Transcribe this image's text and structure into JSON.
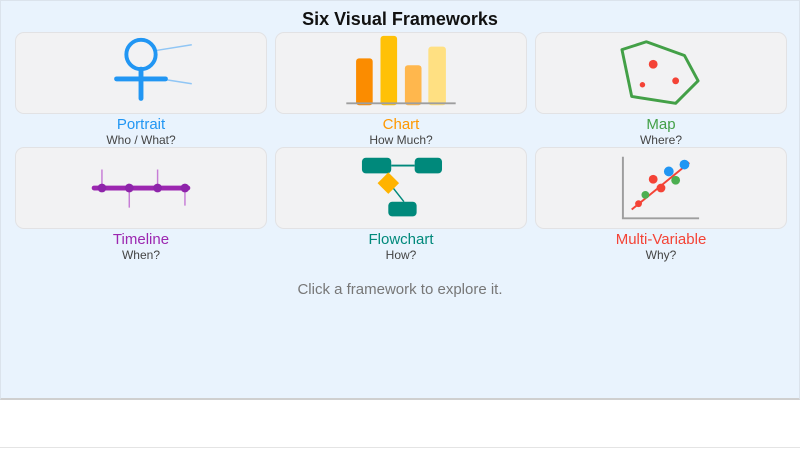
{
  "page": {
    "title": "Six Visual Frameworks",
    "hint": "Click a framework to explore it."
  },
  "cards": [
    {
      "label": "Portrait",
      "question": "Who / What?",
      "color": "#2196F3",
      "icon": "portrait-icon"
    },
    {
      "label": "Chart",
      "question": "How Much?",
      "color": "#FF9800",
      "icon": "bar-chart-icon",
      "icon_bar_heights": [
        46,
        69,
        39,
        58
      ]
    },
    {
      "label": "Map",
      "question": "Where?",
      "color": "#43A047",
      "icon": "map-polygon-icon",
      "icon_dot_count": 3
    },
    {
      "label": "Timeline",
      "question": "When?",
      "color": "#9C27B0",
      "icon": "timeline-icon",
      "icon_event_count": 4
    },
    {
      "label": "Flowchart",
      "question": "How?",
      "color": "#00897B",
      "icon": "flowchart-icon"
    },
    {
      "label": "Multi-Variable",
      "question": "Why?",
      "color": "#F44336",
      "icon": "scatter-plot-icon",
      "icon_point_count": 7
    }
  ],
  "theme": {
    "panel_background": "#E9F3FD",
    "card_background": "#F2F2F3",
    "card_border": "#E2E2E4",
    "question_color": "#444444",
    "hint_color": "#777777",
    "accent_blue": "#2196F3",
    "accent_orange": "#FB8C00",
    "accent_amber": "#FFC107",
    "accent_green": "#43A047",
    "accent_purple": "#9C27B0",
    "accent_teal": "#00897B",
    "accent_red": "#F44336",
    "axis_gray": "#9E9E9E"
  }
}
